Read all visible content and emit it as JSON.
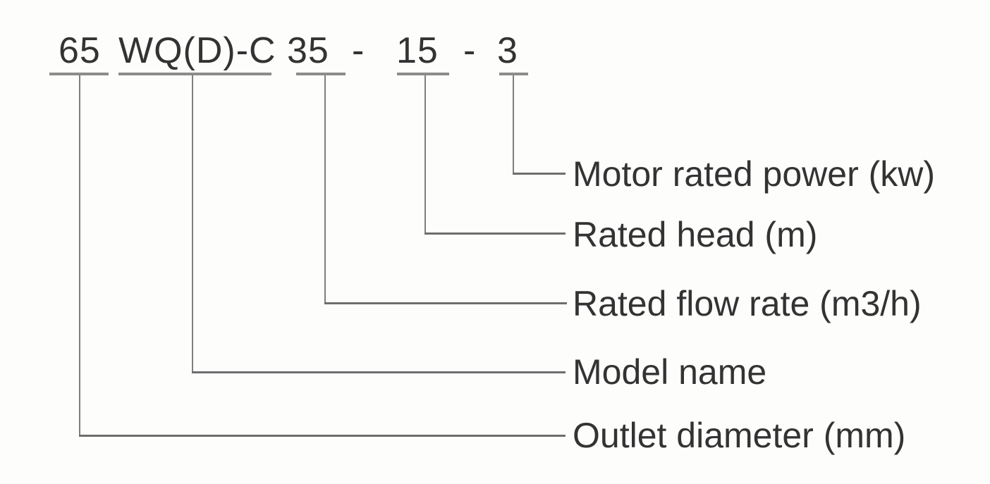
{
  "diagram": {
    "code": {
      "outlet_diameter": "65",
      "model_name": "WQ(D)-C",
      "rated_flow": "35",
      "separator1": "-",
      "rated_head": "15",
      "separator2": "-",
      "motor_power": "3"
    },
    "labels": {
      "motor_power": "Motor rated power (kw)",
      "rated_head": "Rated head (m)",
      "rated_flow": "Rated flow rate (m3/h)",
      "model_name": "Model name",
      "outlet_diameter": "Outlet diameter (mm)"
    },
    "colors": {
      "text": "#333333",
      "line": "#6e6e6e",
      "underline": "#8c8c8c",
      "background": "#fdfdfc"
    }
  }
}
